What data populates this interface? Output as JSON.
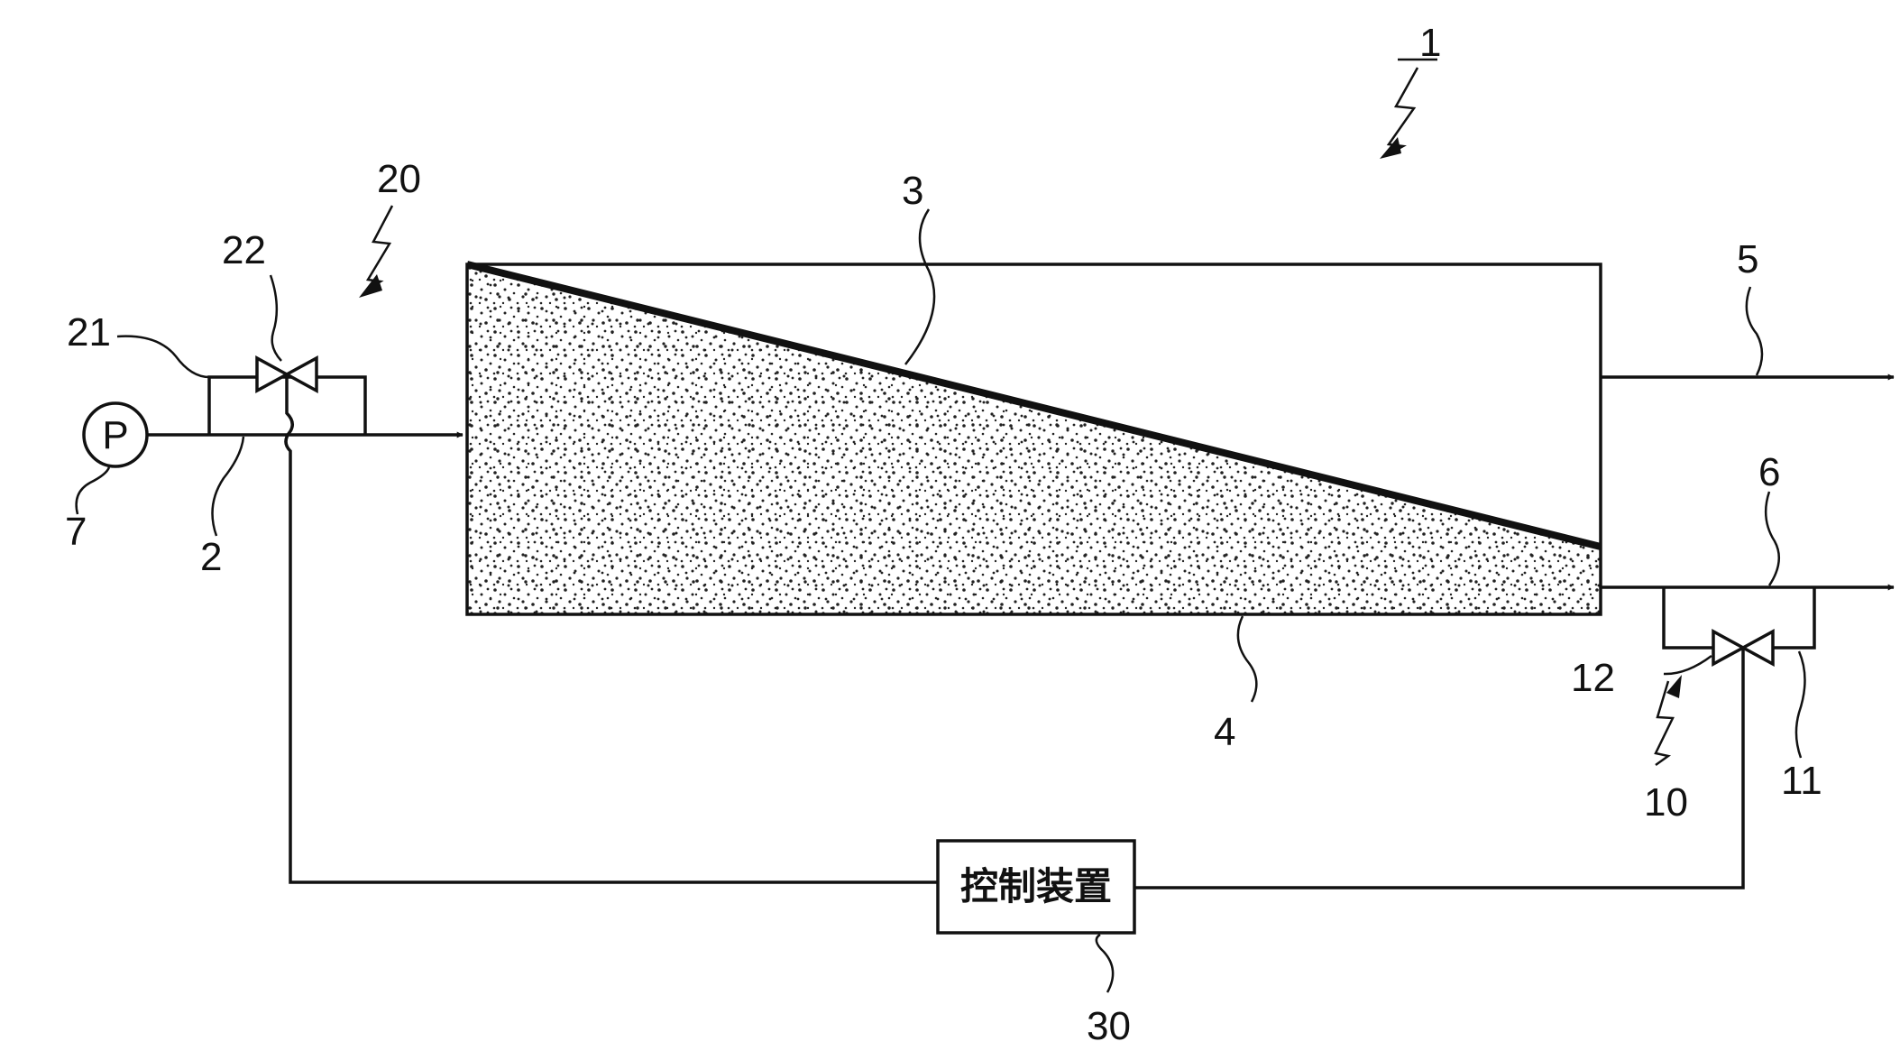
{
  "labels": {
    "system": "1",
    "feed_line": "2",
    "membrane": "3",
    "vessel": "4",
    "permeate_line": "5",
    "concentrate_line": "6",
    "pump": "7",
    "outlet_unit": "10",
    "outlet_bypass": "11",
    "outlet_valve": "12",
    "inlet_unit": "20",
    "inlet_bypass": "21",
    "inlet_valve": "22",
    "controller": "30"
  },
  "controller_text": "控制装置",
  "pump_text": "P"
}
